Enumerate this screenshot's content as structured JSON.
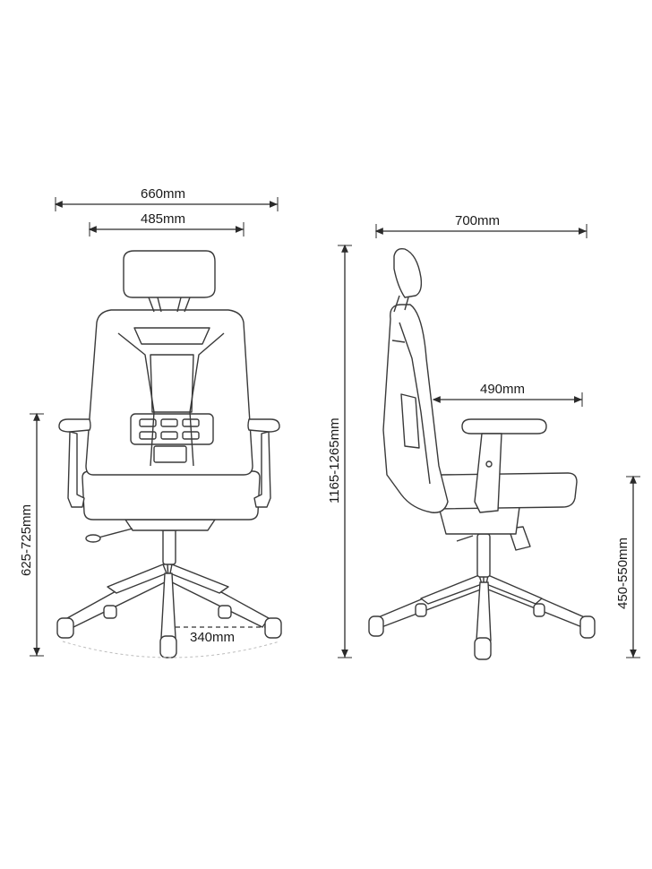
{
  "dimensions": {
    "overall_width": "660mm",
    "back_width": "485mm",
    "depth": "700mm",
    "seat_depth": "490mm",
    "total_height": "1165-1265mm",
    "armrest_height": "625-725mm",
    "seat_height": "450-550mm",
    "caster_spacing": "340mm"
  },
  "colors": {
    "line": "#2b2b2b",
    "background": "#ffffff"
  }
}
